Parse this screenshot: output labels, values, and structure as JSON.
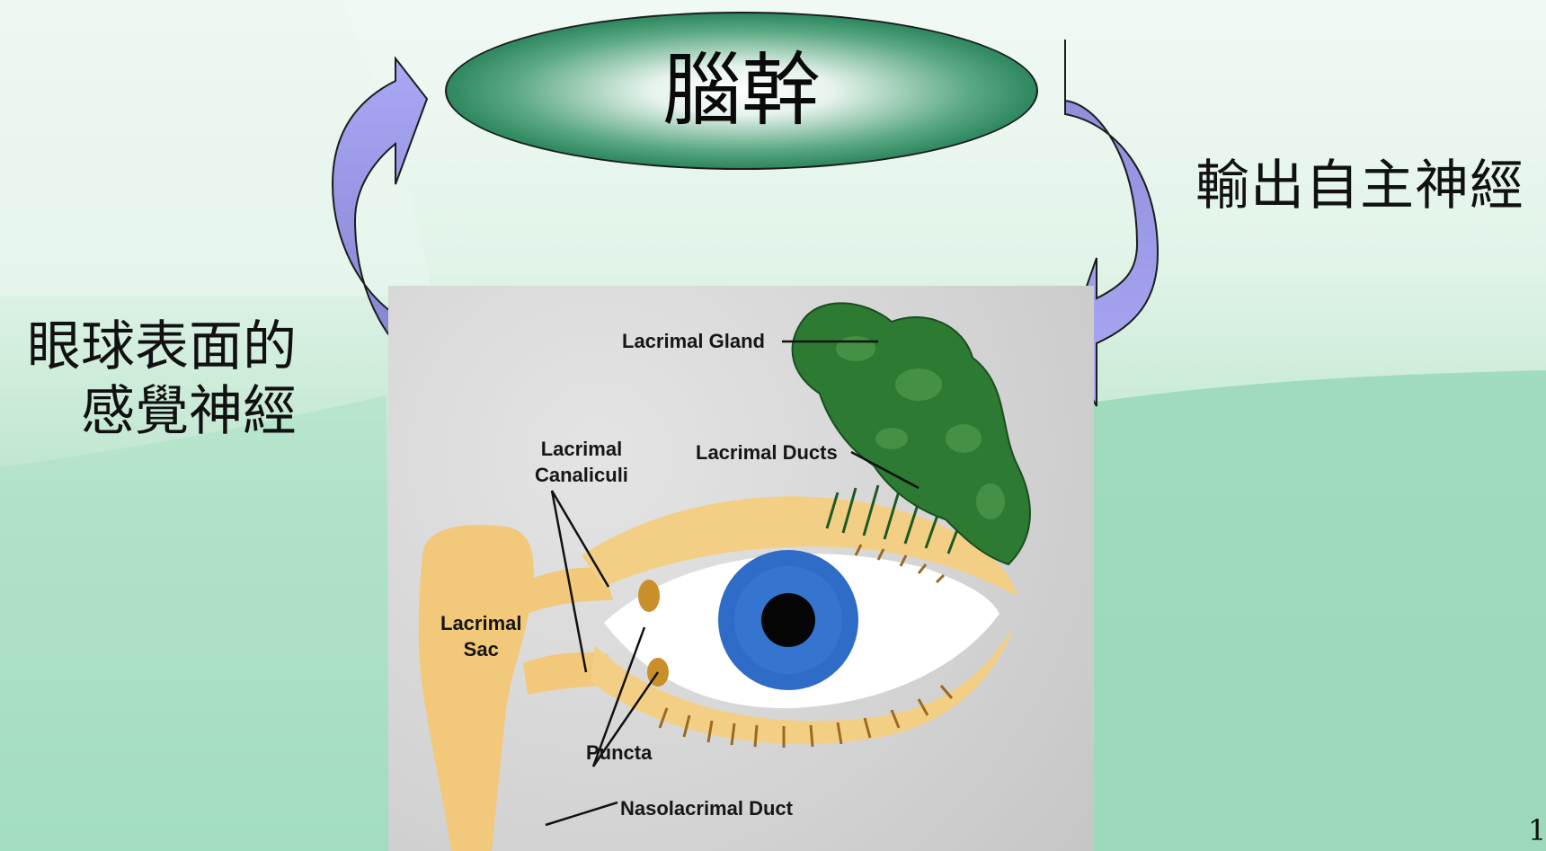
{
  "slide": {
    "brainstem": "腦幹",
    "efferent_label": "輸出自主神經",
    "afferent_label_line1": "眼球表面的",
    "afferent_label_line2": "感覺神經",
    "page_number": "1"
  },
  "diagram": {
    "labels": {
      "lacrimal_gland": "Lacrimal Gland",
      "lacrimal_ducts": "Lacrimal Ducts",
      "canaliculi_line1": "Lacrimal",
      "canaliculi_line2": "Canaliculi",
      "sac_line1": "Lacrimal",
      "sac_line2": "Sac",
      "puncta": "Puncta",
      "nasolacrimal_duct": "Nasolacrimal Duct"
    }
  },
  "colors": {
    "brainstem_fill": "#0d6a42",
    "arrow_fill_light": "#a8a8f0",
    "arrow_fill_dark": "#7f7fcc",
    "gland_green": "#2d7a33",
    "iris_blue": "#2f6cc7",
    "duct_yellow": "#f3c97a"
  }
}
